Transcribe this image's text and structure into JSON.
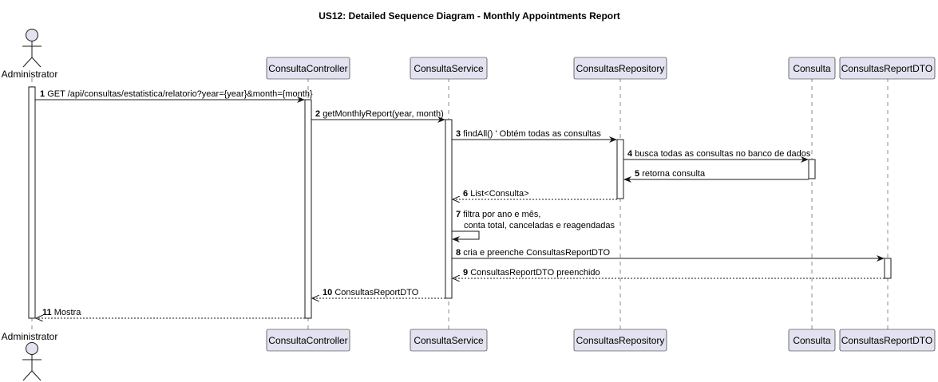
{
  "title": "US12: Detailed Sequence Diagram - Monthly Appointments Report",
  "actor": {
    "name": "Administrator"
  },
  "participants": [
    {
      "id": "controller",
      "name": "ConsultaController"
    },
    {
      "id": "service",
      "name": "ConsultaService"
    },
    {
      "id": "repository",
      "name": "ConsultasRepository"
    },
    {
      "id": "consulta",
      "name": "Consulta"
    },
    {
      "id": "dto",
      "name": "ConsultasReportDTO"
    }
  ],
  "messages": [
    {
      "num": "1",
      "text": "GET /api/consultas/estatistica/relatorio?year={year}&month={month}",
      "from": "actor",
      "to": "controller",
      "style": "solid"
    },
    {
      "num": "2",
      "text": "getMonthlyReport(year, month)",
      "from": "controller",
      "to": "service",
      "style": "solid"
    },
    {
      "num": "3",
      "text": "findAll() ' Obtém todas as consultas",
      "from": "service",
      "to": "repository",
      "style": "solid"
    },
    {
      "num": "4",
      "text": "busca todas as consultas no banco de dados",
      "from": "repository",
      "to": "consulta",
      "style": "solid"
    },
    {
      "num": "5",
      "text": "retorna consulta",
      "from": "consulta",
      "to": "repository",
      "style": "solid"
    },
    {
      "num": "6",
      "text": "List<Consulta>",
      "from": "repository",
      "to": "service",
      "style": "dashed"
    },
    {
      "num": "7",
      "text": "filtra por ano e mês,",
      "text2": "conta total, canceladas e reagendadas",
      "from": "service",
      "to": "service",
      "style": "self"
    },
    {
      "num": "8",
      "text": "cria e preenche ConsultasReportDTO",
      "from": "service",
      "to": "dto",
      "style": "solid"
    },
    {
      "num": "9",
      "text": "ConsultasReportDTO preenchido",
      "from": "dto",
      "to": "service",
      "style": "dashed"
    },
    {
      "num": "10",
      "text": "ConsultasReportDTO",
      "from": "service",
      "to": "controller",
      "style": "dashed"
    },
    {
      "num": "11",
      "text": "Mostra",
      "from": "controller",
      "to": "actor",
      "style": "dashed"
    }
  ]
}
